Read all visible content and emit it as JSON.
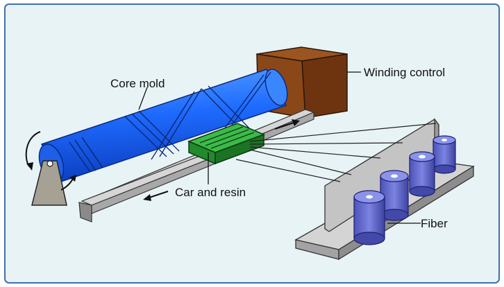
{
  "labels": {
    "core_mold": "Core mold",
    "winding_control": "Winding control",
    "car_and_resin": "Car and resin",
    "fiber": "Fiber"
  },
  "colors": {
    "background": "#e8f3f6",
    "frame_border": "#3f6fae",
    "mold_blue": "#1e6bff",
    "winding_box": "#7a3b12",
    "car_green": "#2e9a3a",
    "rail_gray": "#b0b0b0",
    "spool_blue": "#5b64c8"
  }
}
